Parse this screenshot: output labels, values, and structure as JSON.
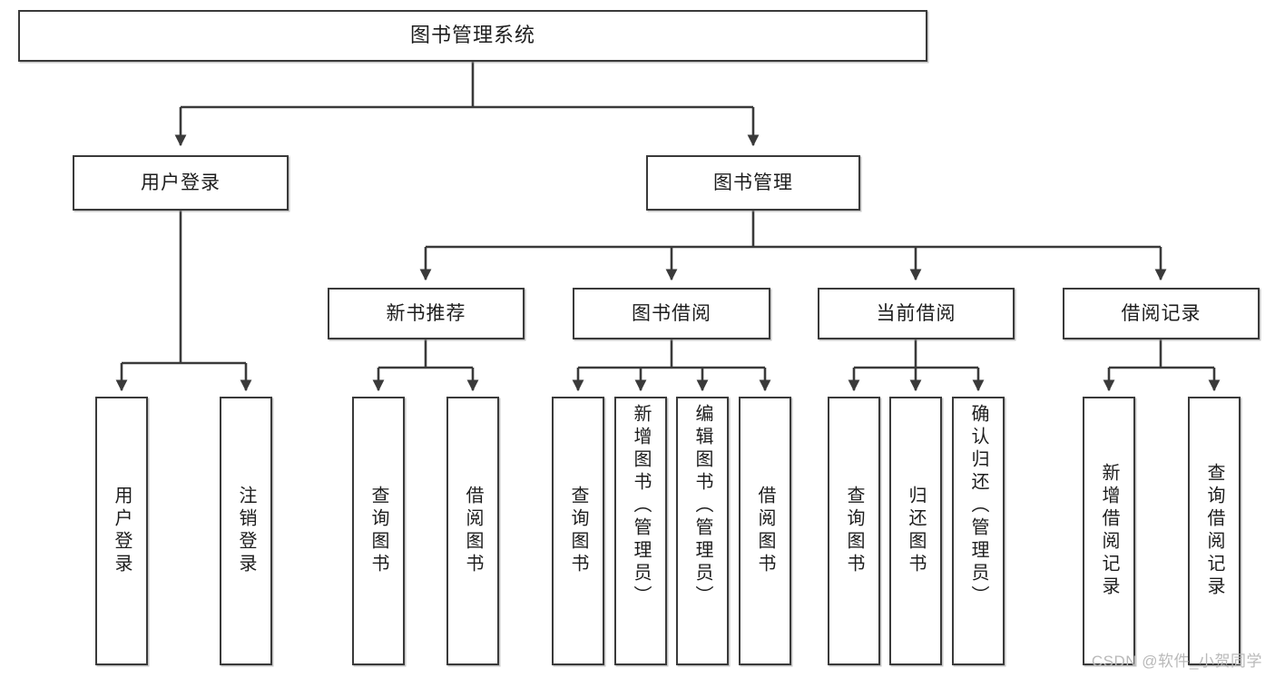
{
  "diagram": {
    "title_text": "图书管理系统",
    "stroke_color": "#3a3a3a",
    "background_color": "#ffffff",
    "text_color": "#1d1d1d"
  },
  "nodes": {
    "root": {
      "label": "图书管理系统"
    },
    "level2": [
      {
        "id": "user-login",
        "label": "用户登录"
      },
      {
        "id": "book-management",
        "label": "图书管理"
      }
    ],
    "level3": [
      {
        "id": "new-book-recommend",
        "label": "新书推荐"
      },
      {
        "id": "book-borrow",
        "label": "图书借阅"
      },
      {
        "id": "current-borrow",
        "label": "当前借阅"
      },
      {
        "id": "borrow-record",
        "label": "借阅记录"
      }
    ],
    "leaves": {
      "user_login": [
        {
          "id": "leaf-user-login",
          "label": "用户登录"
        },
        {
          "id": "leaf-logout-login",
          "label": "注销登录"
        }
      ],
      "new_book_recommend": [
        {
          "id": "leaf-query-book-1",
          "label": "查询图书"
        },
        {
          "id": "leaf-borrow-book-1",
          "label": "借阅图书"
        }
      ],
      "book_borrow": [
        {
          "id": "leaf-query-book-2",
          "label": "查询图书"
        },
        {
          "id": "leaf-add-book",
          "label": "新增图书（管理员）"
        },
        {
          "id": "leaf-edit-book",
          "label": "编辑图书（管理员）"
        },
        {
          "id": "leaf-borrow-book-2",
          "label": "借阅图书"
        }
      ],
      "current_borrow": [
        {
          "id": "leaf-query-book-3",
          "label": "查询图书"
        },
        {
          "id": "leaf-return-book",
          "label": "归还图书"
        },
        {
          "id": "leaf-confirm-return",
          "label": "确认归还（管理员）"
        }
      ],
      "borrow_record": [
        {
          "id": "leaf-add-record",
          "label": "新增借阅记录"
        },
        {
          "id": "leaf-query-record",
          "label": "查询借阅记录"
        }
      ]
    }
  },
  "watermark": {
    "text": "CSDN @软件_小贺同学"
  }
}
